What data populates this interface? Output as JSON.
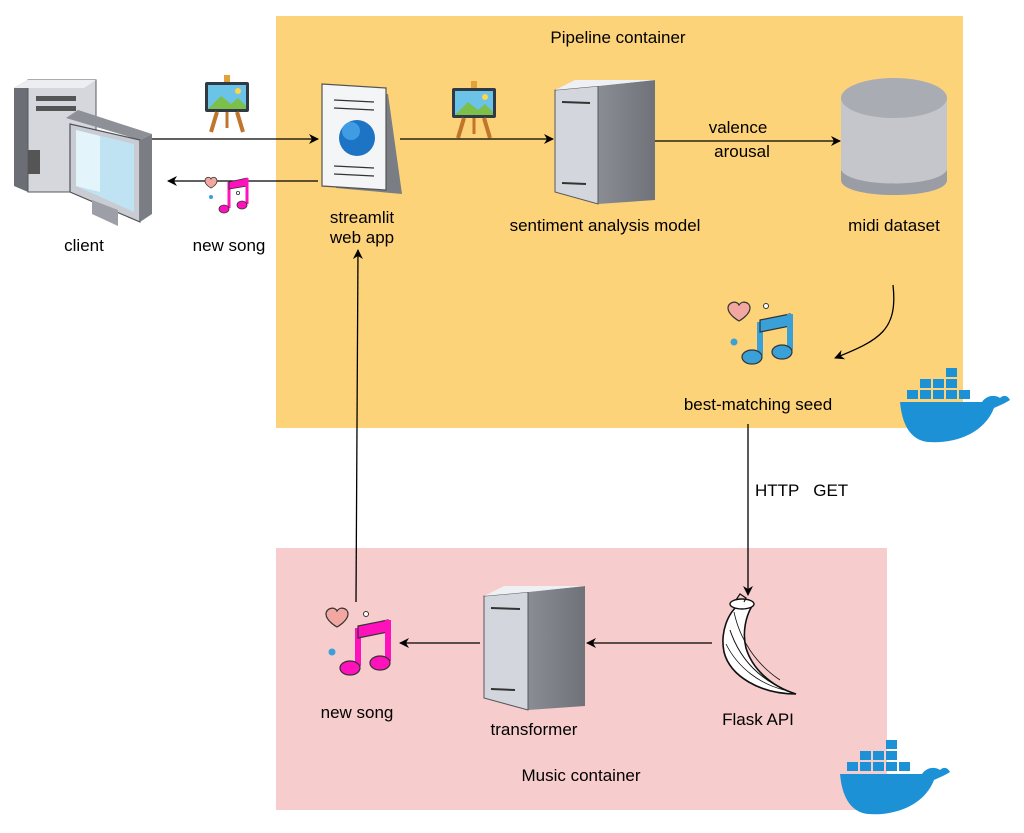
{
  "containers": {
    "pipeline": "Pipeline container",
    "music": "Music container"
  },
  "nodes": {
    "client": "client",
    "streamlit_line1": "streamlit",
    "streamlit_line2": "web app",
    "sentiment": "sentiment analysis model",
    "midi": "midi dataset",
    "seed": "best-matching seed",
    "flask": "Flask API",
    "transformer": "transformer",
    "new_song_bottom": "new song"
  },
  "edges": {
    "new_song_top": "new song",
    "valence": "valence",
    "arousal": "arousal",
    "http": "HTTP   GET"
  },
  "colors": {
    "pipeline_bg": "#fdd37a",
    "music_bg": "#f7cccc",
    "docker_blue": "#1d91d6",
    "note_magenta": "#ff11bb",
    "note_blue": "#3aa0d8",
    "heart": "#f2a7a0"
  },
  "icons": [
    "computer-icon",
    "painting-icon",
    "document-globe-icon",
    "server-icon",
    "database-icon",
    "music-note-icon",
    "docker-whale-icon",
    "flask-horn-icon"
  ]
}
